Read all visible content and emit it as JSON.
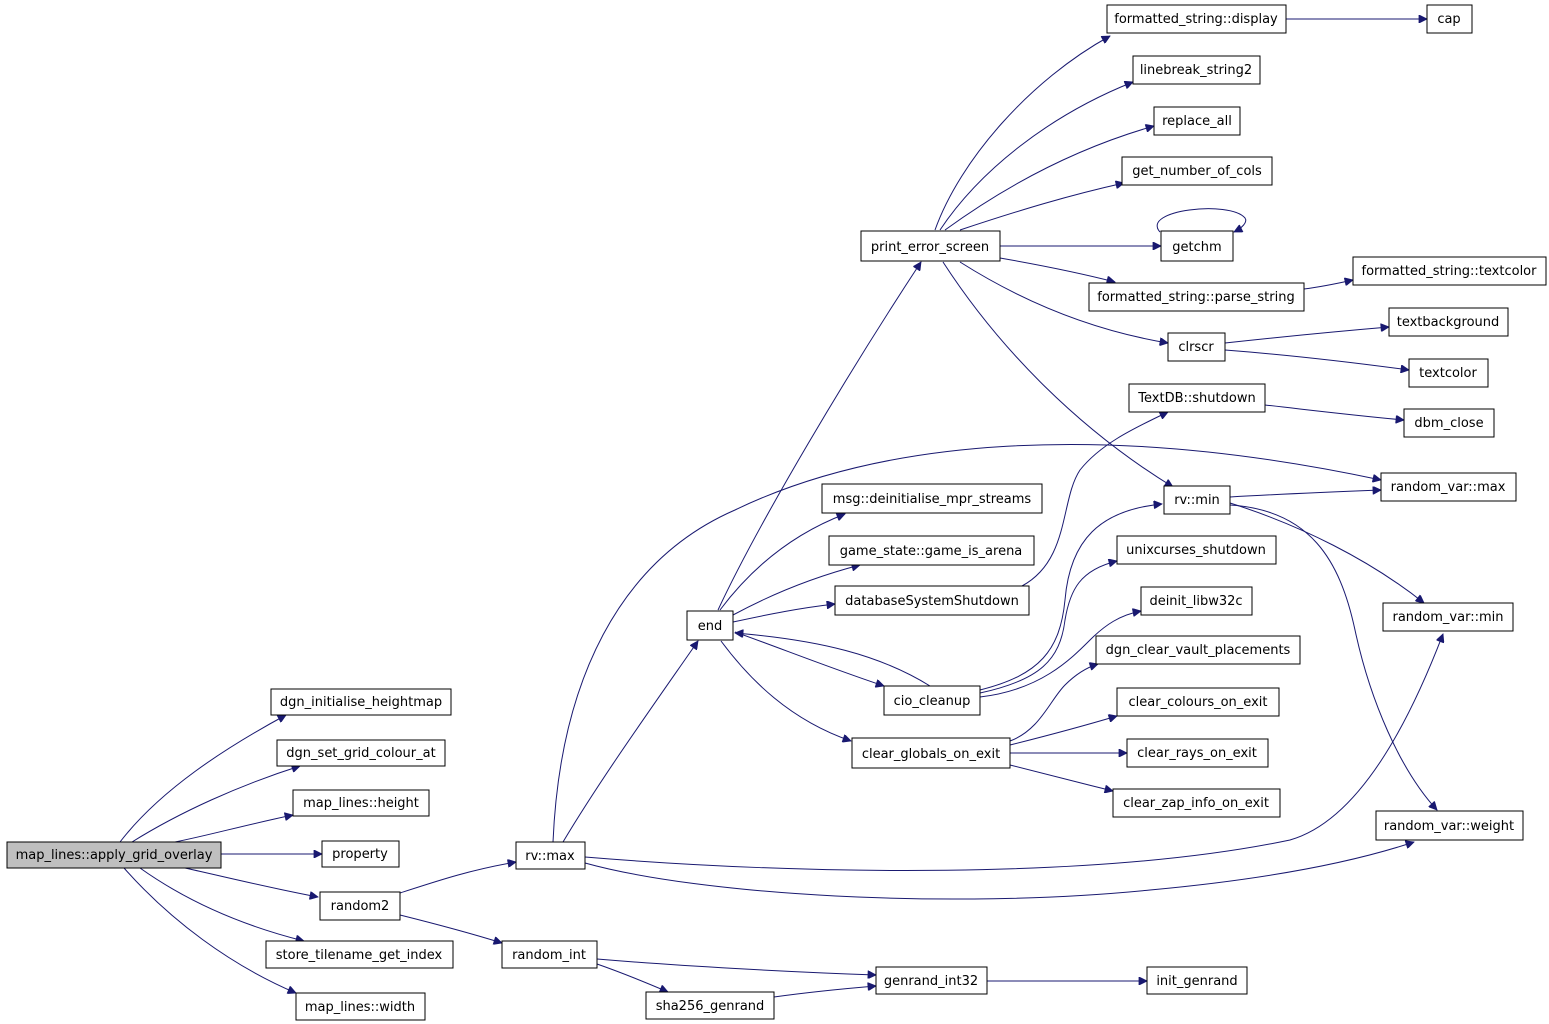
{
  "nodes": [
    {
      "id": "apply",
      "label": "map_lines::apply_grid_overlay",
      "root": true
    },
    {
      "id": "heightmap",
      "label": "dgn_initialise_heightmap"
    },
    {
      "id": "gridcolour",
      "label": "dgn_set_grid_colour_at"
    },
    {
      "id": "mlheight",
      "label": "map_lines::height"
    },
    {
      "id": "property",
      "label": "property"
    },
    {
      "id": "random2",
      "label": "random2"
    },
    {
      "id": "storetile",
      "label": "store_tilename_get_index"
    },
    {
      "id": "mlwidth",
      "label": "map_lines::width"
    },
    {
      "id": "rvmax",
      "label": "rv::max"
    },
    {
      "id": "randomint",
      "label": "random_int"
    },
    {
      "id": "sha256",
      "label": "sha256_genrand"
    },
    {
      "id": "genrand",
      "label": "genrand_int32"
    },
    {
      "id": "initgenrand",
      "label": "init_genrand"
    },
    {
      "id": "end",
      "label": "end"
    },
    {
      "id": "printerr",
      "label": "print_error_screen"
    },
    {
      "id": "fsdisplay",
      "label": "formatted_string::display"
    },
    {
      "id": "cap",
      "label": "cap"
    },
    {
      "id": "linebreak",
      "label": "linebreak_string2"
    },
    {
      "id": "replaceall",
      "label": "replace_all"
    },
    {
      "id": "getcols",
      "label": "get_number_of_cols"
    },
    {
      "id": "getchm",
      "label": "getchm"
    },
    {
      "id": "fsparse",
      "label": "formatted_string::parse_string"
    },
    {
      "id": "fstextcolor",
      "label": "formatted_string::textcolor"
    },
    {
      "id": "clrscr",
      "label": "clrscr"
    },
    {
      "id": "textbg",
      "label": "textbackground"
    },
    {
      "id": "textcolor",
      "label": "textcolor"
    },
    {
      "id": "textdb",
      "label": "TextDB::shutdown"
    },
    {
      "id": "dbmclose",
      "label": "dbm_close"
    },
    {
      "id": "rvmin",
      "label": "rv::min"
    },
    {
      "id": "randvarmax",
      "label": "random_var::max"
    },
    {
      "id": "randvarmin",
      "label": "random_var::min"
    },
    {
      "id": "randvarweight",
      "label": "random_var::weight"
    },
    {
      "id": "msgdeinit",
      "label": "msg::deinitialise_mpr_streams"
    },
    {
      "id": "gamearena",
      "label": "game_state::game_is_arena"
    },
    {
      "id": "dbshutdown",
      "label": "databaseSystemShutdown"
    },
    {
      "id": "unixcurses",
      "label": "unixcurses_shutdown"
    },
    {
      "id": "deinitlibw",
      "label": "deinit_libw32c"
    },
    {
      "id": "ciocleanup",
      "label": "cio_cleanup"
    },
    {
      "id": "dgnvault",
      "label": "dgn_clear_vault_placements"
    },
    {
      "id": "clearglobals",
      "label": "clear_globals_on_exit"
    },
    {
      "id": "clearcolours",
      "label": "clear_colours_on_exit"
    },
    {
      "id": "clearrays",
      "label": "clear_rays_on_exit"
    },
    {
      "id": "clearzap",
      "label": "clear_zap_info_on_exit"
    }
  ],
  "edges": [
    [
      "apply",
      "heightmap"
    ],
    [
      "apply",
      "gridcolour"
    ],
    [
      "apply",
      "mlheight"
    ],
    [
      "apply",
      "property"
    ],
    [
      "apply",
      "random2"
    ],
    [
      "apply",
      "storetile"
    ],
    [
      "apply",
      "mlwidth"
    ],
    [
      "random2",
      "rvmax"
    ],
    [
      "random2",
      "randomint"
    ],
    [
      "randomint",
      "genrand"
    ],
    [
      "randomint",
      "sha256"
    ],
    [
      "sha256",
      "genrand"
    ],
    [
      "genrand",
      "initgenrand"
    ],
    [
      "rvmax",
      "end"
    ],
    [
      "rvmax",
      "randvarmax"
    ],
    [
      "rvmax",
      "randvarmin"
    ],
    [
      "rvmax",
      "randvarweight"
    ],
    [
      "end",
      "printerr"
    ],
    [
      "end",
      "msgdeinit"
    ],
    [
      "end",
      "gamearena"
    ],
    [
      "end",
      "dbshutdown"
    ],
    [
      "end",
      "ciocleanup"
    ],
    [
      "end",
      "clearglobals"
    ],
    [
      "printerr",
      "fsdisplay"
    ],
    [
      "printerr",
      "linebreak"
    ],
    [
      "printerr",
      "replaceall"
    ],
    [
      "printerr",
      "getcols"
    ],
    [
      "printerr",
      "getchm"
    ],
    [
      "printerr",
      "fsparse"
    ],
    [
      "printerr",
      "clrscr"
    ],
    [
      "printerr",
      "rvmin"
    ],
    [
      "fsdisplay",
      "cap"
    ],
    [
      "getchm",
      "getchm"
    ],
    [
      "fsparse",
      "fstextcolor"
    ],
    [
      "clrscr",
      "textbg"
    ],
    [
      "clrscr",
      "textcolor"
    ],
    [
      "textdb",
      "dbmclose"
    ],
    [
      "dbshutdown",
      "textdb"
    ],
    [
      "rvmin",
      "randvarmax"
    ],
    [
      "rvmin",
      "randvarmin"
    ],
    [
      "rvmin",
      "randvarweight"
    ],
    [
      "ciocleanup",
      "end"
    ],
    [
      "ciocleanup",
      "unixcurses"
    ],
    [
      "ciocleanup",
      "deinitlibw"
    ],
    [
      "clearglobals",
      "dgnvault"
    ],
    [
      "clearglobals",
      "clearcolours"
    ],
    [
      "clearglobals",
      "clearrays"
    ],
    [
      "clearglobals",
      "clearzap"
    ]
  ]
}
